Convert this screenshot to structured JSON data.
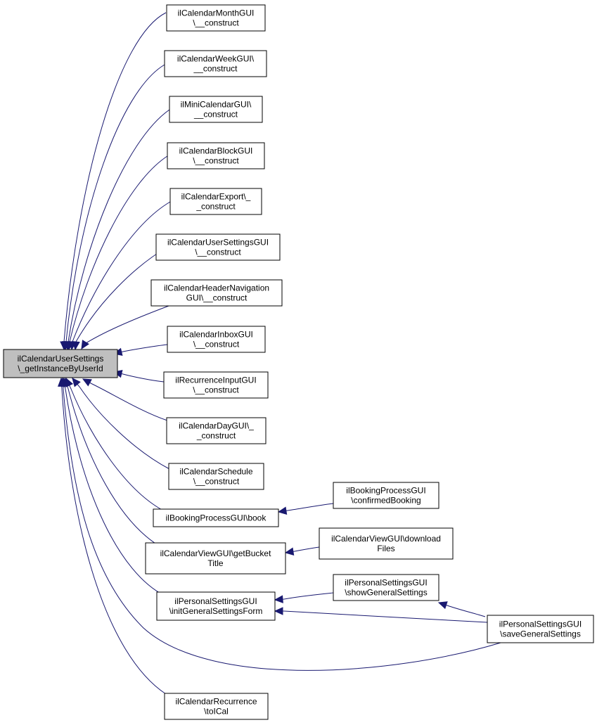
{
  "colors": {
    "edge": "#191970",
    "focus_fill": "#bfbfbf",
    "node_fill": "#ffffff",
    "border": "#000000"
  },
  "nodes": [
    {
      "id": "focus",
      "lines": [
        "ilCalendarUserSettings",
        "\\_getInstanceByUserId"
      ],
      "focus": true
    },
    {
      "id": "month",
      "lines": [
        "ilCalendarMonthGUI",
        "\\__construct"
      ]
    },
    {
      "id": "week",
      "lines": [
        "ilCalendarWeekGUI\\",
        "__construct"
      ]
    },
    {
      "id": "mini",
      "lines": [
        "ilMiniCalendarGUI\\",
        "__construct"
      ]
    },
    {
      "id": "block",
      "lines": [
        "ilCalendarBlockGUI",
        "\\__construct"
      ]
    },
    {
      "id": "export",
      "lines": [
        "ilCalendarExport\\_",
        "_construct"
      ]
    },
    {
      "id": "usersettingsgui",
      "lines": [
        "ilCalendarUserSettingsGUI",
        "\\__construct"
      ]
    },
    {
      "id": "headernav",
      "lines": [
        "ilCalendarHeaderNavigation",
        "GUI\\__construct"
      ]
    },
    {
      "id": "inbox",
      "lines": [
        "ilCalendarInboxGUI",
        "\\__construct"
      ]
    },
    {
      "id": "recinput",
      "lines": [
        "ilRecurrenceInputGUI",
        "\\__construct"
      ]
    },
    {
      "id": "day",
      "lines": [
        "ilCalendarDayGUI\\_",
        "_construct"
      ]
    },
    {
      "id": "schedule",
      "lines": [
        "ilCalendarSchedule",
        "\\__construct"
      ]
    },
    {
      "id": "book",
      "lines": [
        "ilBookingProcessGUI\\book"
      ]
    },
    {
      "id": "bucket",
      "lines": [
        "ilCalendarViewGUI\\getBucket",
        "Title"
      ]
    },
    {
      "id": "initform",
      "lines": [
        "ilPersonalSettingsGUI",
        "\\initGeneralSettingsForm"
      ]
    },
    {
      "id": "toical",
      "lines": [
        "ilCalendarRecurrence",
        "\\toICal"
      ]
    },
    {
      "id": "confirmed",
      "lines": [
        "ilBookingProcessGUI",
        "\\confirmedBooking"
      ]
    },
    {
      "id": "download",
      "lines": [
        "ilCalendarViewGUI\\download",
        "Files"
      ]
    },
    {
      "id": "showgen",
      "lines": [
        "ilPersonalSettingsGUI",
        "\\showGeneralSettings"
      ]
    },
    {
      "id": "savegen",
      "lines": [
        "ilPersonalSettingsGUI",
        "\\saveGeneralSettings"
      ]
    }
  ],
  "edges": [
    {
      "from": "month",
      "to": "focus"
    },
    {
      "from": "week",
      "to": "focus"
    },
    {
      "from": "mini",
      "to": "focus"
    },
    {
      "from": "block",
      "to": "focus"
    },
    {
      "from": "export",
      "to": "focus"
    },
    {
      "from": "usersettingsgui",
      "to": "focus"
    },
    {
      "from": "headernav",
      "to": "focus"
    },
    {
      "from": "inbox",
      "to": "focus"
    },
    {
      "from": "recinput",
      "to": "focus"
    },
    {
      "from": "day",
      "to": "focus"
    },
    {
      "from": "schedule",
      "to": "focus"
    },
    {
      "from": "book",
      "to": "focus"
    },
    {
      "from": "bucket",
      "to": "focus"
    },
    {
      "from": "initform",
      "to": "focus"
    },
    {
      "from": "savegen",
      "to": "focus"
    },
    {
      "from": "toical",
      "to": "focus"
    },
    {
      "from": "confirmed",
      "to": "book"
    },
    {
      "from": "download",
      "to": "bucket"
    },
    {
      "from": "showgen",
      "to": "initform"
    },
    {
      "from": "savegen",
      "to": "initform"
    },
    {
      "from": "savegen",
      "to": "showgen"
    }
  ]
}
